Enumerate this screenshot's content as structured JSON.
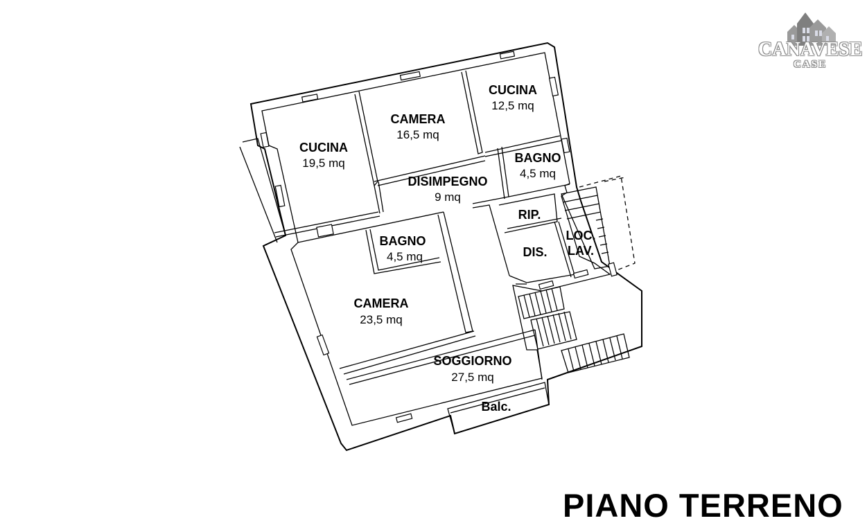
{
  "title": "PIANO TERRENO",
  "logo": {
    "name": "CANAVESE",
    "sub": "CASE"
  },
  "rooms": [
    {
      "name": "CUCINA",
      "area": "19,5 mq"
    },
    {
      "name": "CAMERA",
      "area": "16,5 mq"
    },
    {
      "name": "CUCINA",
      "area": "12,5 mq"
    },
    {
      "name": "BAGNO",
      "area": "4,5 mq"
    },
    {
      "name": "DISIMPEGNO",
      "area": "9 mq"
    },
    {
      "name": "RIP.",
      "area": ""
    },
    {
      "name": "BAGNO",
      "area": "4,5 mq"
    },
    {
      "name": "DIS.",
      "area": ""
    },
    {
      "name": "LOC.",
      "area": "LAV."
    },
    {
      "name": "CAMERA",
      "area": "23,5 mq"
    },
    {
      "name": "SOGGIORNO",
      "area": "27,5 mq"
    },
    {
      "name": "Balc.",
      "area": ""
    }
  ]
}
